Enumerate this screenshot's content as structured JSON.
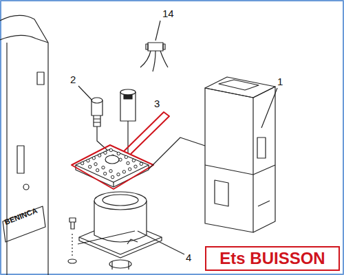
{
  "diagram": {
    "nodes": [
      {
        "text": [
          "Ets BUISSON"
        ]
      }
    ],
    "labels": [
      "14",
      "2",
      "3",
      "1",
      "4",
      "BENINCA"
    ]
  }
}
